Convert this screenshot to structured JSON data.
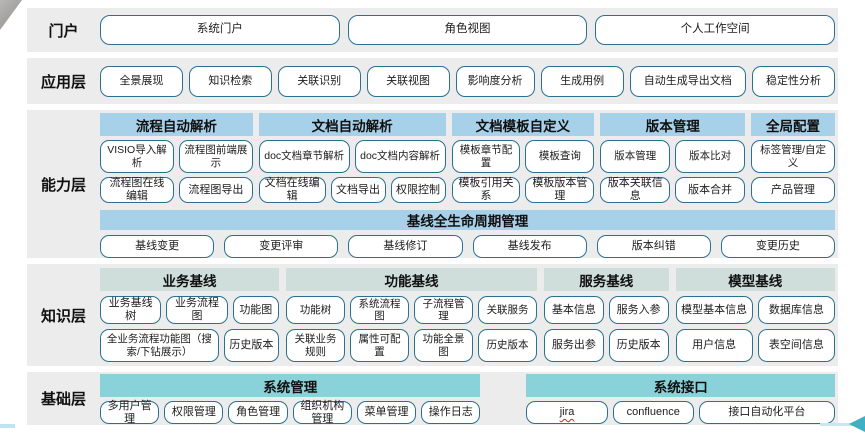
{
  "colors": {
    "band_background": "#ececec",
    "capability_header": "#a7d1e8",
    "knowledge_header": "#cfdeda",
    "foundation_header": "#8ad2d9",
    "button_border": "#2a7191",
    "arrow_teal": "#3fafc4",
    "arrow_line": "#c9e6f4"
  },
  "portal": {
    "label": "门户",
    "items": [
      "系统门户",
      "角色视图",
      "个人工作空间"
    ]
  },
  "application": {
    "label": "应用层",
    "items": [
      "全景展现",
      "知识检索",
      "关联识别",
      "关联视图",
      "影响度分析",
      "生成用例",
      "自动生成导出文档",
      "稳定性分析"
    ]
  },
  "capability": {
    "label": "能力层",
    "groups": [
      {
        "title": "流程自动解析",
        "row1": [
          "VISIO导入解析",
          "流程图前端展示"
        ],
        "row2": [
          "流程图在线编辑",
          "流程图导出"
        ]
      },
      {
        "title": "文档自动解析",
        "row1": [
          "doc文档章节解析",
          "doc文档内容解析"
        ],
        "row2": [
          "文档在线编辑",
          "文档导出",
          "权限控制"
        ]
      },
      {
        "title": "文档模板自定义",
        "row1": [
          "模板章节配置",
          "模板查询"
        ],
        "row2": [
          "模板引用关系",
          "模板版本管理"
        ]
      },
      {
        "title": "版本管理",
        "row1": [
          "版本管理",
          "版本比对"
        ],
        "row2": [
          "版本关联信息",
          "版本合并"
        ]
      },
      {
        "title": "全局配置",
        "row1": [
          "标签管理/自定义"
        ],
        "row2": [
          "产品管理"
        ]
      }
    ],
    "baseline": {
      "title": "基线全生命周期管理",
      "items": [
        "基线变更",
        "变更评审",
        "基线修订",
        "基线发布",
        "版本纠错",
        "变更历史"
      ]
    }
  },
  "knowledge": {
    "label": "知识层",
    "groups": [
      {
        "title": "业务基线",
        "row1": [
          "业务基线树",
          "业务流程图",
          "功能图"
        ],
        "row2": [
          "全业务流程功能图（搜索/下钻展示）",
          "历史版本"
        ]
      },
      {
        "title": "功能基线",
        "row1": [
          "功能树",
          "系统流程图",
          "子流程管理",
          "关联服务"
        ],
        "row2": [
          "关联业务规则",
          "属性可配置",
          "功能全景图",
          "历史版本"
        ]
      },
      {
        "title": "服务基线",
        "row1": [
          "基本信息",
          "服务入参"
        ],
        "row2": [
          "服务出参",
          "历史版本"
        ]
      },
      {
        "title": "模型基线",
        "row1": [
          "模型基本信息",
          "数据库信息"
        ],
        "row2": [
          "用户信息",
          "表空间信息"
        ]
      }
    ]
  },
  "foundation": {
    "label": "基础层",
    "groups": [
      {
        "title": "系统管理",
        "items": [
          "多用户管理",
          "权限管理",
          "角色管理",
          "组织机构管理",
          "菜单管理",
          "操作日志"
        ]
      },
      {
        "title": "系统接口",
        "items": [
          "jira",
          "confluence",
          "接口自动化平台"
        ]
      }
    ]
  }
}
